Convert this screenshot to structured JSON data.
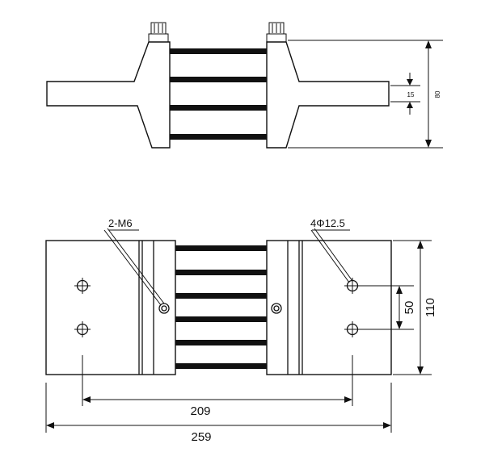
{
  "drawing": {
    "side_view": {
      "dimensions": {
        "height_label": "80",
        "terminal_label": "15"
      }
    },
    "top_view": {
      "callouts": {
        "screw_label": "2-M6",
        "hole_label": "4Φ12.5"
      },
      "dimensions": {
        "hole_spacing_vertical": "50",
        "width_label": "110",
        "hole_spacing_horizontal": "209",
        "overall_length": "259"
      }
    }
  }
}
